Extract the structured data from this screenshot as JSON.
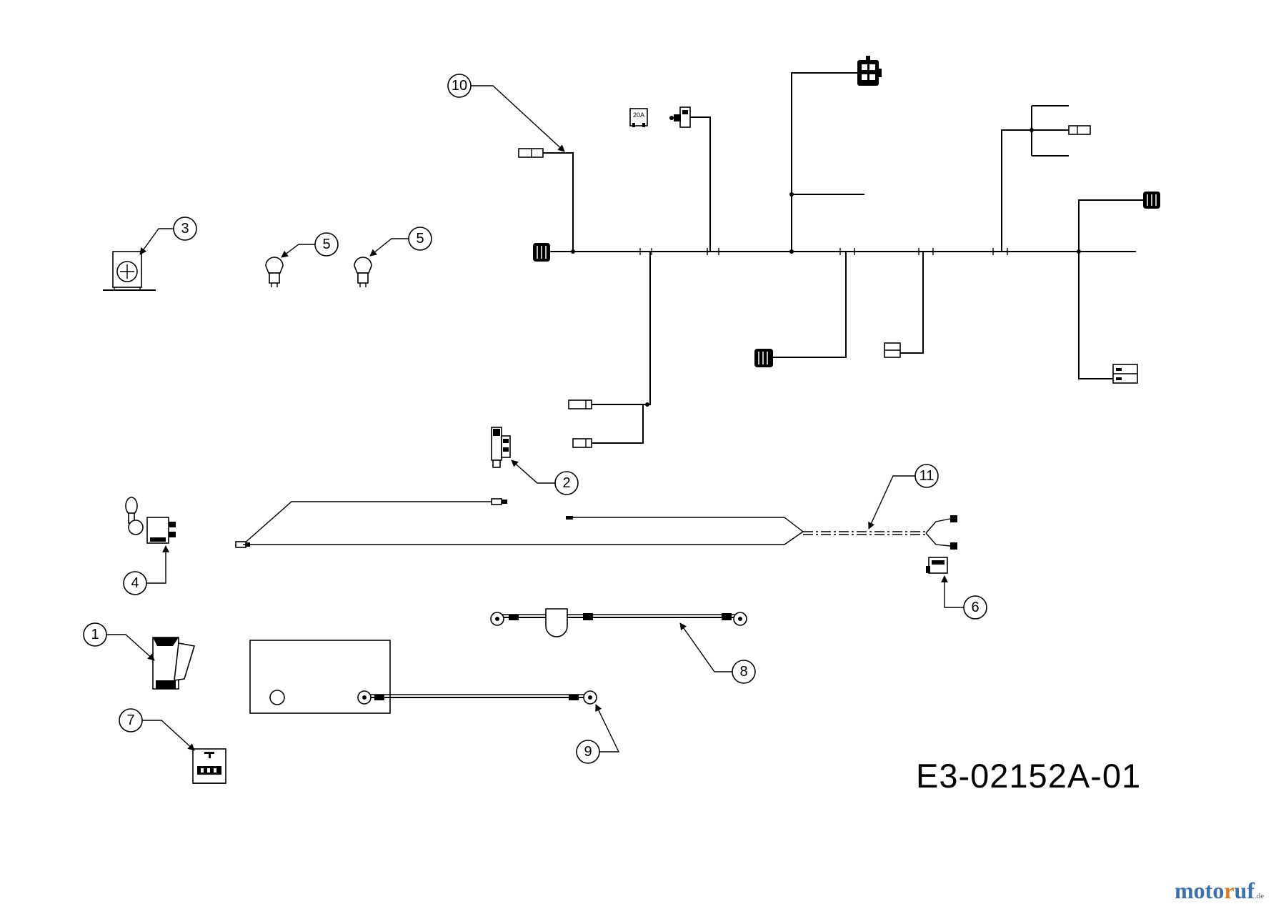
{
  "drawing_code": "E3-02152A-01",
  "watermark": {
    "part1": "moto",
    "part2": "r",
    "part3": "uf",
    "tld": ".de"
  },
  "callouts": [
    {
      "id": "c1",
      "label": "1",
      "part": "switch"
    },
    {
      "id": "c2",
      "label": "2",
      "part": "relay"
    },
    {
      "id": "c3",
      "label": "3",
      "part": "headlight-socket"
    },
    {
      "id": "c4",
      "label": "4",
      "part": "ignition-switch"
    },
    {
      "id": "c5a",
      "label": "5",
      "part": "bulb"
    },
    {
      "id": "c5b",
      "label": "5",
      "part": "bulb"
    },
    {
      "id": "c6",
      "label": "6",
      "part": "plug-connector"
    },
    {
      "id": "c7",
      "label": "7",
      "part": "socket-box"
    },
    {
      "id": "c8",
      "label": "8",
      "part": "battery-cable"
    },
    {
      "id": "c9",
      "label": "9",
      "part": "ground-cable"
    },
    {
      "id": "c10",
      "label": "10",
      "part": "main-wiring-harness"
    },
    {
      "id": "c11",
      "label": "11",
      "part": "secondary-wiring-harness"
    }
  ],
  "fuse_label": "20A",
  "icons": [
    "connector-icon",
    "fuse-icon",
    "bulb-icon",
    "key-icon",
    "battery-icon",
    "relay-icon",
    "switch-icon",
    "terminal-icon"
  ]
}
